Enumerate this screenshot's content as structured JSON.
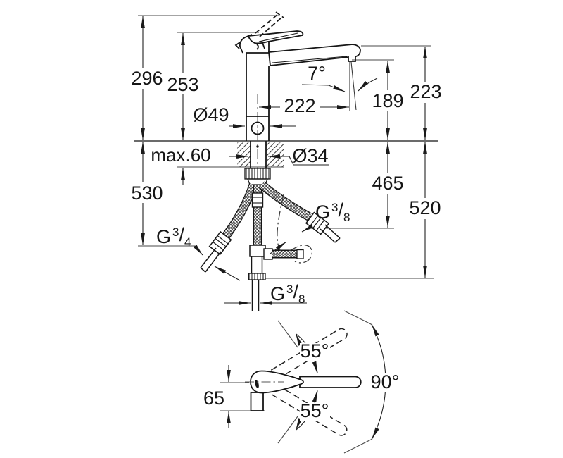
{
  "drawing": {
    "background": "#ffffff",
    "line_color": "#1a1a1a",
    "description": "Single-lever kitchen faucet dimensional drawing: side elevation with installation hoses and top (plan) view with swivel angles"
  },
  "side_view": {
    "total_height": "296",
    "handle_height": "253",
    "base_diameter": "Ø49",
    "counter_thickness": "max.60",
    "left_hose_drop": "530",
    "spout_reach": "222",
    "spout_angle": "7°",
    "outlet_height": "189",
    "spout_height": "223",
    "hole_diameter": "Ø34",
    "right_hose_drop": "465",
    "center_hose_drop": "520",
    "thread_left": {
      "prefix": "G",
      "numerator": "3",
      "slash": "/",
      "denominator": "4"
    },
    "thread_right": {
      "prefix": "G",
      "numerator": "3",
      "slash": "/",
      "denominator": "8"
    },
    "thread_bottom": {
      "prefix": "G",
      "numerator": "3",
      "slash": "/",
      "denominator": "8"
    }
  },
  "plan_view": {
    "body_depth": "65",
    "handle_swing_upper": "55°",
    "handle_swing_lower": "55°",
    "spout_swivel": "90°"
  }
}
